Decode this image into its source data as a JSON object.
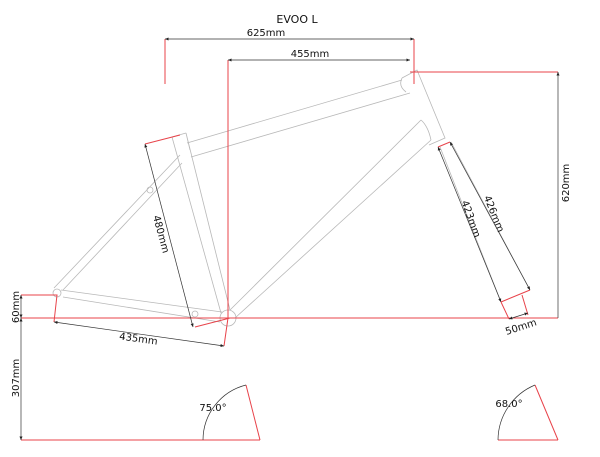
{
  "title": "EVOO L",
  "dimensions": {
    "reach_total": "625mm",
    "reach": "455mm",
    "stack": "620mm",
    "seat_tube": "480mm",
    "chainstay": "435mm",
    "bb_drop": "60mm",
    "bb_height": "307mm",
    "fork_length": "426mm",
    "fork_axle": "423mm",
    "fork_offset": "50mm",
    "seat_angle": "75.0°",
    "head_angle": "68.0°"
  },
  "colors": {
    "frame": "#b8b8b8",
    "reference": "#e8434a",
    "dimension": "#333333"
  }
}
